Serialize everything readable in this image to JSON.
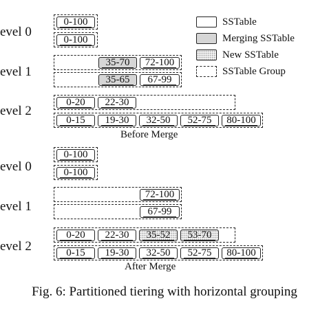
{
  "before": {
    "level0": "evel 0",
    "level1": "evel 1",
    "level2": "evel 2",
    "l0_row1": [
      "0-100"
    ],
    "l0_row2": [
      "0-100"
    ],
    "l1_row1": [
      "35-70",
      "72-100"
    ],
    "l1_row2": [
      "35-65",
      "67-99"
    ],
    "l2_row1": [
      "0-20",
      "22-30"
    ],
    "l2_row2": [
      "0-15",
      "19-30",
      "32-50",
      "52-75",
      "80-100"
    ],
    "caption": "Before Merge"
  },
  "after": {
    "level0": "evel 0",
    "level1": "evel 1",
    "level2": "evel 2",
    "l0_row1": [
      "0-100"
    ],
    "l0_row2": [
      "0-100"
    ],
    "l1_row1": [
      "72-100"
    ],
    "l1_row2": [
      "67-99"
    ],
    "l2_row1": [
      "0-20",
      "22-30",
      "35-52",
      "53-70"
    ],
    "l2_row2": [
      "0-15",
      "19-30",
      "32-50",
      "52-75",
      "80-100"
    ],
    "caption": "After Merge"
  },
  "legend": {
    "sstable": "SSTable",
    "merging": "Merging SSTable",
    "new": "New SSTable",
    "group": "SSTable Group"
  },
  "figure_caption": "Fig. 6: Partitioned tiering with horizontal grouping"
}
